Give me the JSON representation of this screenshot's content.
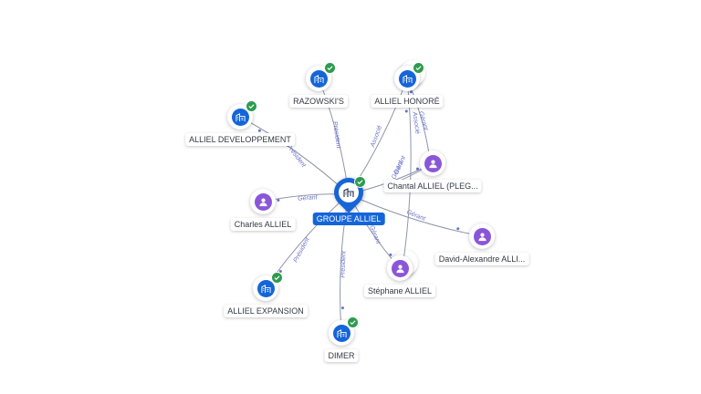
{
  "center": {
    "name": "GROUPE ALLIEL",
    "icon": "building-icon",
    "verified": true
  },
  "nodes": [
    {
      "id": "razowski",
      "name": "RAZOWSKI'S",
      "kind": "company",
      "verified": true
    },
    {
      "id": "alliel_honore",
      "name": "ALLIEL HONORÉ",
      "kind": "company",
      "verified": true
    },
    {
      "id": "alliel_dev",
      "name": "ALLIEL DEVELOPPEMENT",
      "kind": "company",
      "verified": true
    },
    {
      "id": "chantal",
      "name": "Chantal ALLIEL (PLEG...",
      "kind": "person"
    },
    {
      "id": "charles",
      "name": "Charles ALLIEL",
      "kind": "person"
    },
    {
      "id": "david",
      "name": "David-Alexandre ALLI...",
      "kind": "person"
    },
    {
      "id": "stephane",
      "name": "Stéphane ALLIEL",
      "kind": "person"
    },
    {
      "id": "alliel_exp",
      "name": "ALLIEL EXPANSION",
      "kind": "company",
      "verified": true
    },
    {
      "id": "dimer",
      "name": "DIMER",
      "kind": "company",
      "verified": true
    }
  ],
  "edges": [
    {
      "to": "razowski",
      "label": "Président"
    },
    {
      "to": "alliel_honore",
      "label": "Associé"
    },
    {
      "to": "alliel_dev",
      "label": "Président"
    },
    {
      "to": "chantal",
      "label": "Gérant"
    },
    {
      "to": "charles",
      "label": "Gérant"
    },
    {
      "to": "david",
      "label": "Gérant"
    },
    {
      "to": "stephane",
      "label": "Gérant"
    },
    {
      "to": "alliel_exp",
      "label": "Président"
    },
    {
      "to": "dimer",
      "label": "Président"
    },
    {
      "to": "alliel_honore_gerant",
      "label": "Gérant"
    },
    {
      "to": "alliel_honore_associe",
      "label": "Associé"
    },
    {
      "to": "alliel_honore_chantal",
      "label": "Gérant"
    }
  ],
  "colors": {
    "company": "#1565d8",
    "person": "#8a56d8",
    "verified": "#2e9b4f",
    "edge_label": "#6b72c9"
  }
}
